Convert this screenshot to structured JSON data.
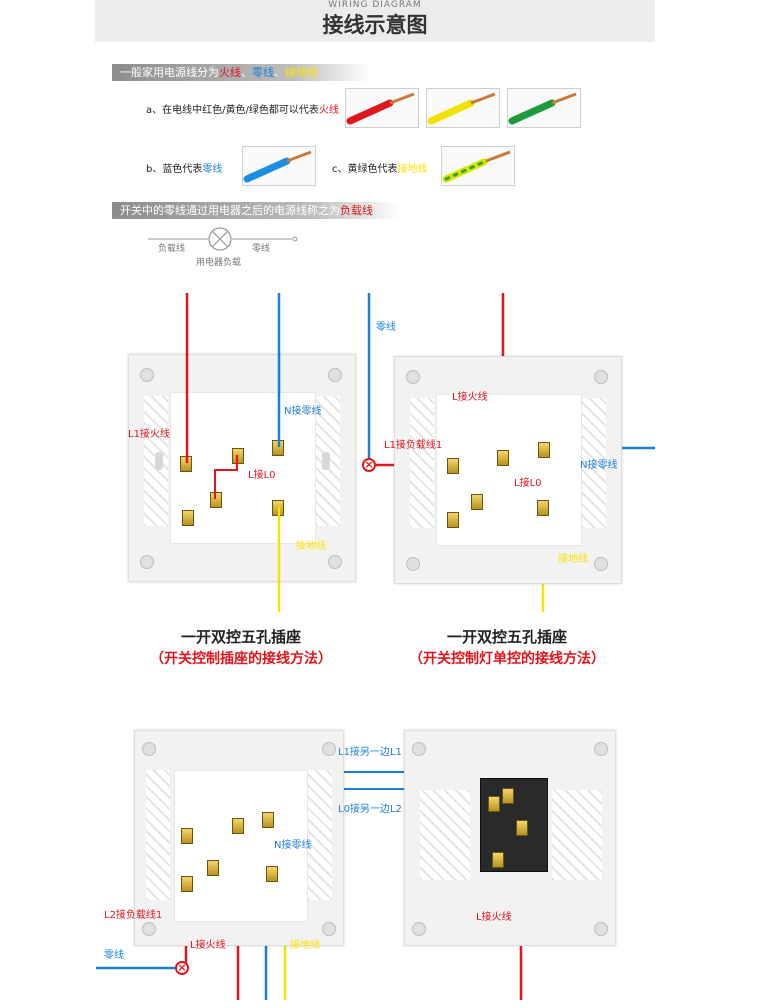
{
  "header": {
    "subtitle": "WIRING DIAGRAM",
    "title": "接线示意图"
  },
  "section1": {
    "lead": "一般家用电源线分为",
    "fire": "火线",
    "sep1": "、",
    "neutral": "零线",
    "sep2": "、",
    "ground": "接地线"
  },
  "row_a": {
    "text": "a、在电线中红色/黄色/绿色都可以代表",
    "highlight": "火线"
  },
  "row_b": {
    "text": "b、蓝色代表",
    "highlight": "零线"
  },
  "row_c": {
    "text": "c、黄绿色代表",
    "highlight": "接地线"
  },
  "section2": {
    "lead": "开关中的零线通过用电器之后的电源线称之为",
    "highlight": "负载线"
  },
  "load_diagram": {
    "left": "负载线",
    "right": "零线",
    "below": "用电器负载"
  },
  "d1": {
    "l1": "L1接火线",
    "n": "N接零线",
    "l": "L接L0",
    "ground": "接地线",
    "caption": "一开双控五孔插座",
    "subcaption": "（开关控制插座的接线方法）"
  },
  "d2": {
    "neutral_top": "零线",
    "l": "L接火线",
    "l1": "L1接负载线1",
    "n": "N接零线",
    "l0": "L接L0",
    "ground": "接地线",
    "caption": "一开双控五孔插座",
    "subcaption": "（开关控制灯单控的接线方法）"
  },
  "d3": {
    "l1": "L1接另一边L1",
    "l0": "L0接另一边L2",
    "n": "N接零线",
    "l2": "L2接负载线1",
    "neutral": "零线",
    "l": "L接火线",
    "ground": "接地线",
    "l_right": "L接火线"
  },
  "colors": {
    "fire": "#e0161e",
    "neutral": "#1a7fd6",
    "ground": "#f5e400",
    "accent_bar": "#8c8c8c"
  }
}
